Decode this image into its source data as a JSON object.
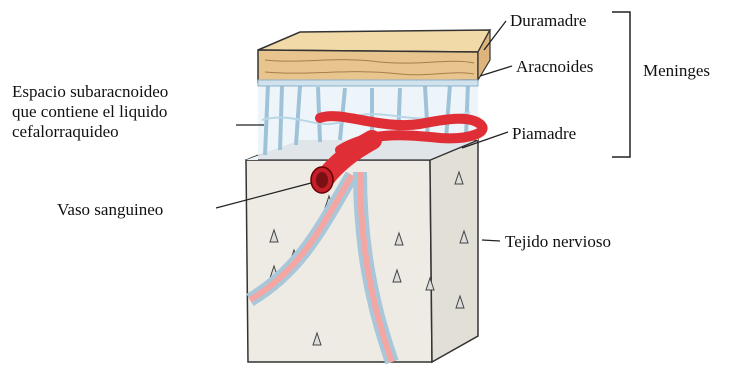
{
  "labels": {
    "duramadre": "Duramadre",
    "aracnoides": "Aracnoides",
    "meninges": "Meninges",
    "piamadre": "Piamadre",
    "espacio": [
      "Espacio subaracnoideo",
      "que contiene el liquido",
      "cefalorraquideo"
    ],
    "vaso": "Vaso sanguineo",
    "tejido": "Tejido nervioso"
  },
  "colors": {
    "dura_top": "#f1d9a8",
    "dura_side": "#e8c48e",
    "arachnoid_fibers": "#b9d6e6",
    "vessel": "#e02e36",
    "tissue": "#edebe4",
    "pia": "#a9c7da"
  }
}
